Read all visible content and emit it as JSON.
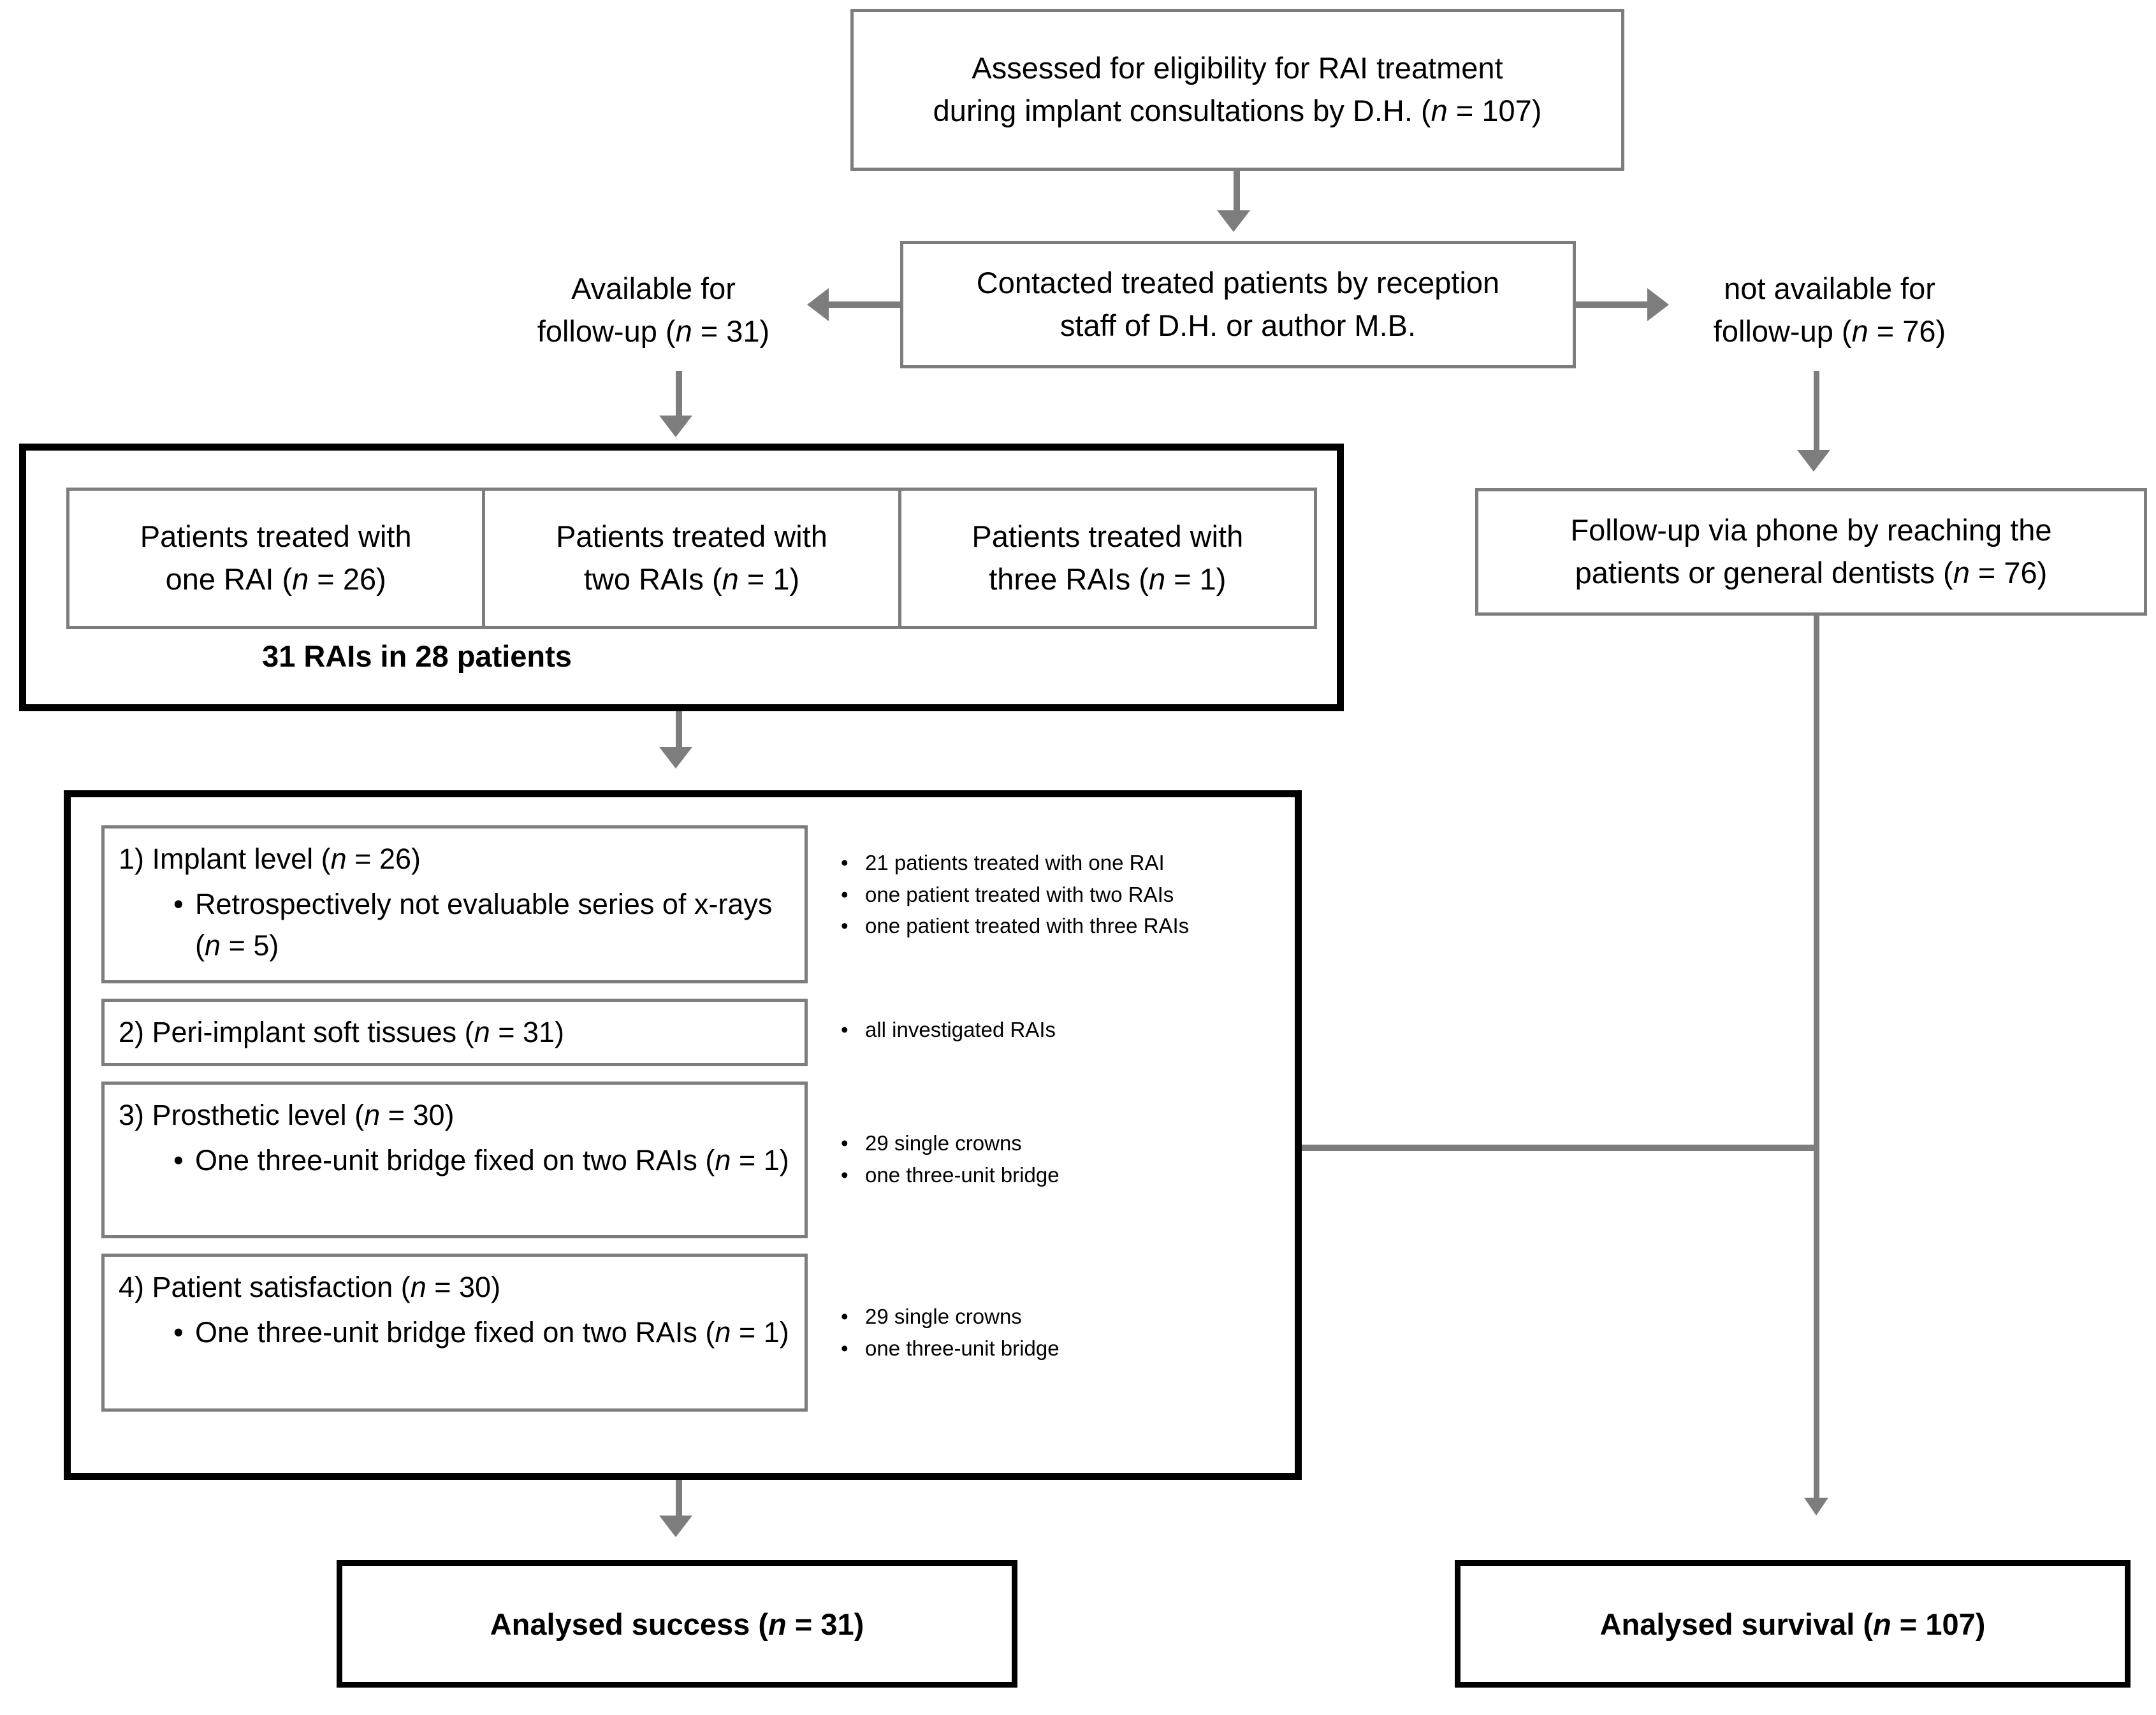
{
  "flowchart": {
    "title_box": {
      "line1": "Assessed for eligibility for RAI treatment",
      "line2_a": "during implant consultations by D.H. (",
      "line2_italic": "n",
      "line2_b": " = 107)"
    },
    "contacted_box": {
      "line1": "Contacted treated patients by reception",
      "line2": "staff of D.H. or author M.B."
    },
    "available_label": {
      "line1": "Available for",
      "line2_a": "follow-up (",
      "line2_italic": "n",
      "line2_b": " = 31)"
    },
    "not_available_label": {
      "line1": "not available for",
      "line2_a": "follow-up (",
      "line2_italic": "n",
      "line2_b": " = 76)"
    },
    "phone_followup_box": {
      "line1": "Follow-up via phone by reaching the",
      "line2_a": "patients or general dentists (",
      "line2_italic": "n",
      "line2_b": " = 76)"
    },
    "rai_group": {
      "cells": [
        {
          "line1": "Patients treated with",
          "line2_a": "one RAI (",
          "italic": "n",
          "line2_b": " = 26)"
        },
        {
          "line1": "Patients treated with",
          "line2_a": "two RAIs (",
          "italic": "n",
          "line2_b": " = 1)"
        },
        {
          "line1": "Patients treated with",
          "line2_a": "three RAIs (",
          "italic": "n",
          "line2_b": " = 1)"
        }
      ],
      "footer": "31 RAIs in 28 patients"
    },
    "analysis_items": [
      {
        "heading_a": "1)  Implant level (",
        "heading_italic": "n",
        "heading_b": " = 26)",
        "sub_a": "Retrospectively not evaluable series of x-rays (",
        "sub_italic": "n",
        "sub_b": " = 5)",
        "bullets": [
          "21 patients treated with one RAI",
          "one patient treated with two RAIs",
          "one patient treated with three RAIs"
        ]
      },
      {
        "heading_a": "2) Peri-implant soft tissues (",
        "heading_italic": "n",
        "heading_b": " = 31)",
        "sub_a": "",
        "sub_italic": "",
        "sub_b": "",
        "bullets": [
          "all investigated RAIs"
        ]
      },
      {
        "heading_a": "3) Prosthetic level (",
        "heading_italic": "n",
        "heading_b": " = 30)",
        "sub_a": "One three-unit bridge fixed on two RAIs (",
        "sub_italic": "n",
        "sub_b": " = 1)",
        "bullets": [
          "29 single crowns",
          "one three-unit bridge"
        ]
      },
      {
        "heading_a": "4) Patient satisfaction (",
        "heading_italic": "n",
        "heading_b": " = 30)",
        "sub_a": "One three-unit bridge fixed on two RAIs (",
        "sub_italic": "n",
        "sub_b": " = 1)",
        "bullets": [
          "29 single crowns",
          "one three-unit bridge"
        ]
      }
    ],
    "result_success": {
      "text_a": "Analysed success (",
      "italic": "n",
      "text_b": " = 31)"
    },
    "result_survival": {
      "text_a": "Analysed survival (",
      "italic": "n",
      "text_b": " = 107)"
    },
    "symbols": {
      "bullet": "•"
    },
    "colors": {
      "connector_grey": "#7d7d7d",
      "box_border_grey": "#7d7d7d",
      "emphasis_black": "#000000",
      "background": "#ffffff"
    }
  }
}
